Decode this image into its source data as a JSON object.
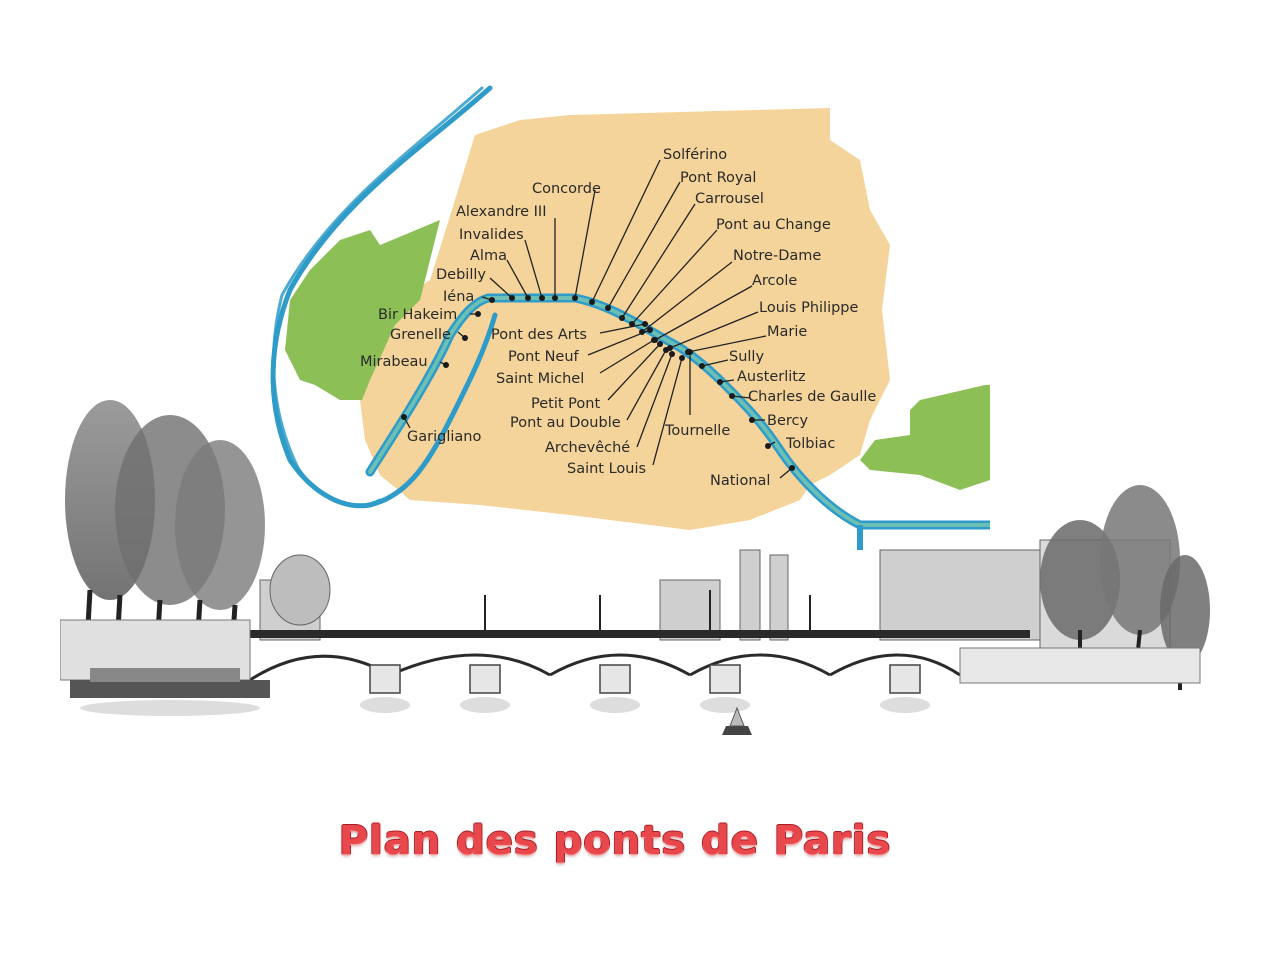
{
  "title": "Plan des ponts de Paris",
  "colors": {
    "river": "#2e9bc8",
    "river_inner": "#5fb9dc",
    "city": "#f4d49a",
    "park": "#8cc057",
    "label": "#2a2a2a",
    "title": "#e8474c"
  },
  "map": {
    "bridges_west_bank_labels": [
      {
        "name": "Concorde"
      },
      {
        "name": "Alexandre III"
      },
      {
        "name": "Invalides"
      },
      {
        "name": "Alma"
      },
      {
        "name": "Debilly"
      },
      {
        "name": "Iéna"
      },
      {
        "name": "Bir Hakeim"
      },
      {
        "name": "Grenelle"
      },
      {
        "name": "Mirabeau"
      },
      {
        "name": "Garigliano"
      }
    ],
    "bridges_north_labels": [
      {
        "name": "Solférino"
      },
      {
        "name": "Pont Royal"
      },
      {
        "name": "Carrousel"
      },
      {
        "name": "Pont au Change"
      },
      {
        "name": "Notre-Dame"
      },
      {
        "name": "Arcole"
      },
      {
        "name": "Louis Philippe"
      },
      {
        "name": "Marie"
      },
      {
        "name": "Sully"
      },
      {
        "name": "Austerlitz"
      },
      {
        "name": "Charles de Gaulle"
      },
      {
        "name": "Bercy"
      },
      {
        "name": "Tolbiac"
      },
      {
        "name": "National"
      }
    ],
    "bridges_south_labels": [
      {
        "name": "Pont des Arts"
      },
      {
        "name": "Pont Neuf"
      },
      {
        "name": "Saint Michel"
      },
      {
        "name": "Petit Pont"
      },
      {
        "name": "Pont au Double"
      },
      {
        "name": "Archevêché"
      },
      {
        "name": "Saint Louis"
      },
      {
        "name": "Tournelle"
      }
    ]
  },
  "illustration": {
    "subject": "Pont des Arts ink-wash sketch with trees, boats and Left Bank buildings"
  }
}
